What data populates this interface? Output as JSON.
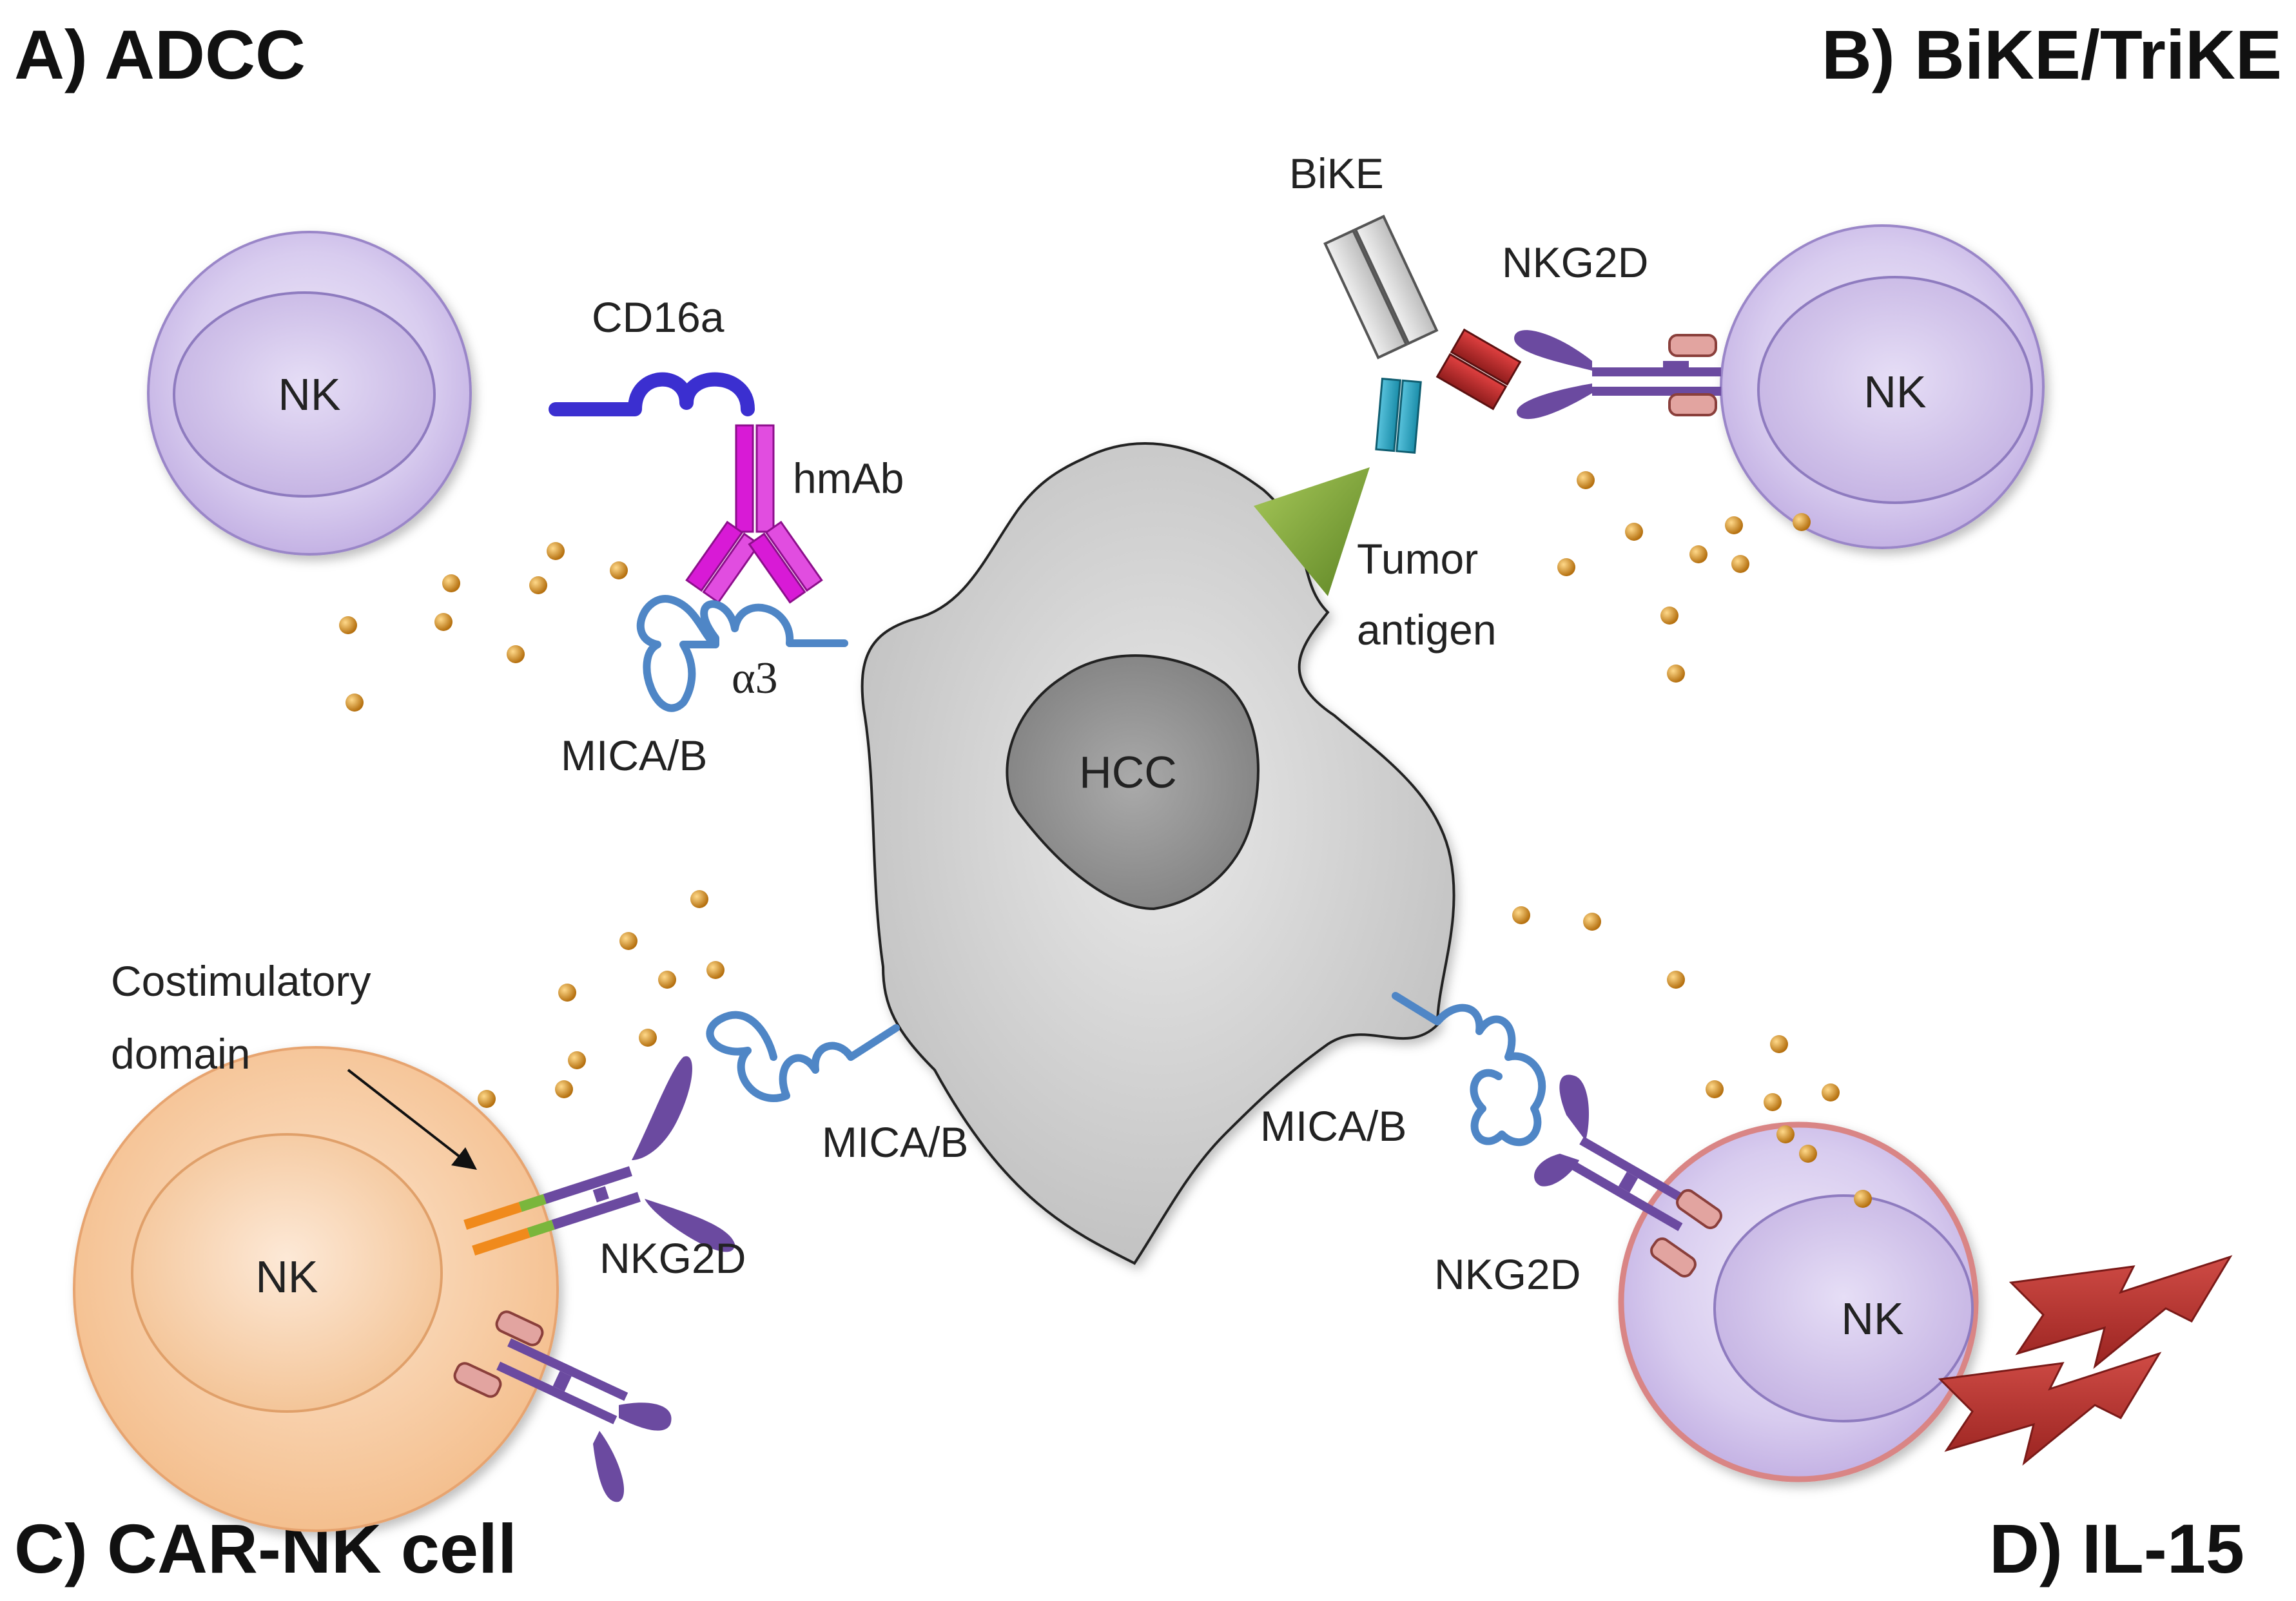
{
  "panels": {
    "a": "A) ADCC",
    "b": "B) BiKE/TriKE",
    "c": "C) CAR-NK cell",
    "d": "D) IL-15"
  },
  "cells": {
    "nk": "NK",
    "hcc": "HCC"
  },
  "labels": {
    "cd16a": "CD16a",
    "hmab": "hmAb",
    "alpha3": "α3",
    "mica_b": "MICA/B",
    "bike": "BiKE",
    "nkg2d": "NKG2D",
    "tumor_antigen_line1": "Tumor",
    "tumor_antigen_line2": "antigen",
    "costim_line1": "Costimulatory",
    "costim_line2": "domain"
  },
  "colors": {
    "nk_cell": "#d9cdf0",
    "car_nk_cell": "#f7c79c",
    "hcc_cell": "#c9c9c9",
    "cd16a": "#3b2fd0",
    "hmab": "#d81ad6",
    "mica_b": "#4f86c6",
    "nkg2d": "#6b4aa0",
    "granule": "#c98a1e",
    "lightning": "#b8312e",
    "tumor_antigen": "#7fa23a"
  }
}
